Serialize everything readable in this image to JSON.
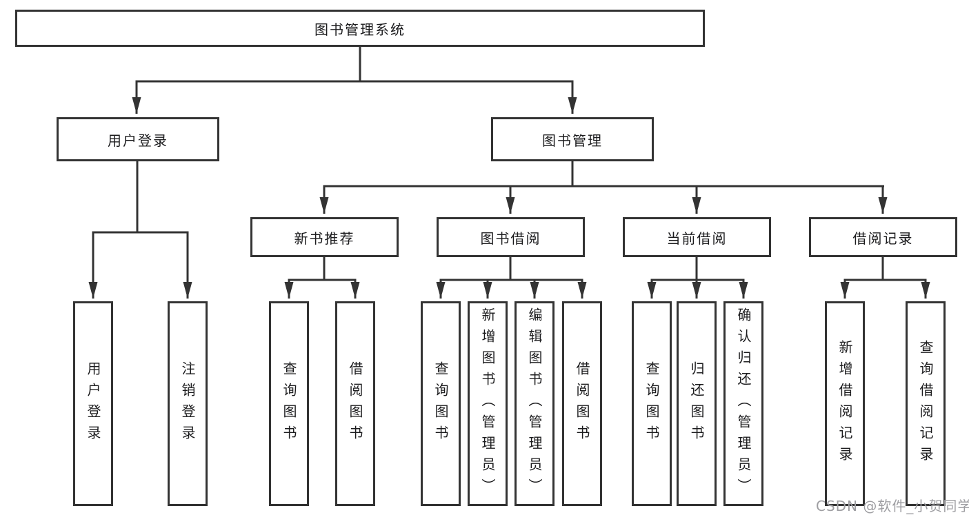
{
  "diagram": {
    "root_label": "图书管理系统",
    "user_login": {
      "label": "用户登录",
      "children": [
        "用户登录",
        "注销登录"
      ]
    },
    "book_management": {
      "label": "图书管理",
      "sections": [
        {
          "label": "新书推荐",
          "children": [
            "查询图书",
            "借阅图书"
          ]
        },
        {
          "label": "图书借阅",
          "children": [
            "查询图书",
            "新增图书（管理员）",
            "编辑图书（管理员）",
            "借阅图书"
          ]
        },
        {
          "label": "当前借阅",
          "children": [
            "查询图书",
            "归还图书",
            "确认归还（管理员）"
          ]
        },
        {
          "label": "借阅记录",
          "children": [
            "新增借阅记录",
            "查询借阅记录"
          ]
        }
      ]
    }
  },
  "watermark": {
    "text": "CSDN @软件_小贺同学"
  },
  "colors": {
    "line": "#333333",
    "box_border": "#333333",
    "box_bg": "#ffffff",
    "text": "#1c1c1e",
    "background": "#ffffff",
    "watermark": "#9e9ea2"
  }
}
